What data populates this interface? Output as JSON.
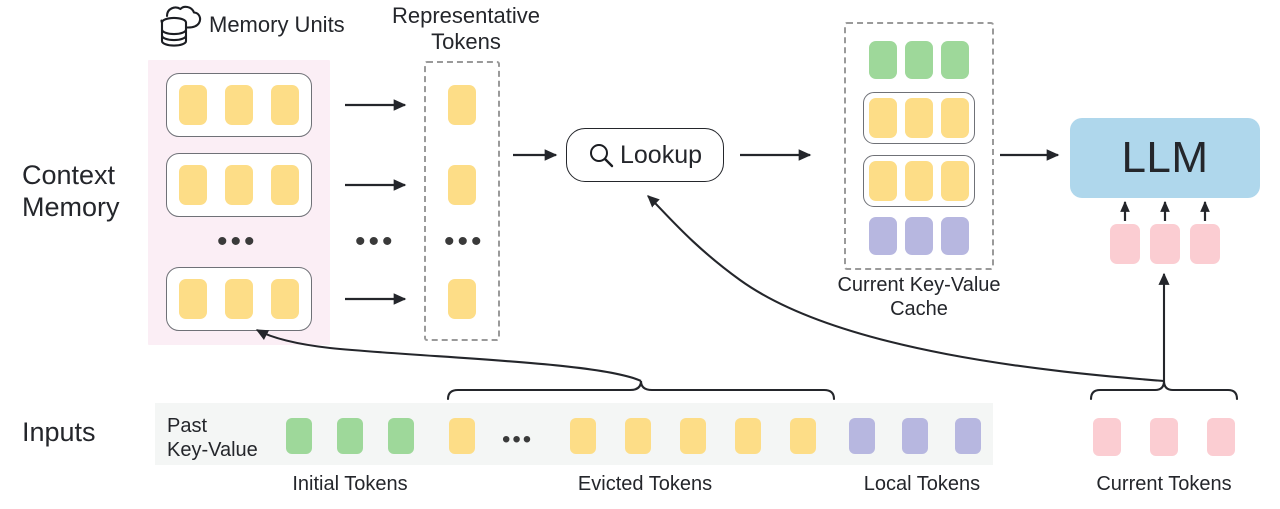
{
  "figure": {
    "side_labels": {
      "context_memory": "Context\nMemory",
      "inputs": "Inputs"
    },
    "headers": {
      "memory_units": "Memory Units",
      "representative_tokens": "Representative\nTokens"
    },
    "lookup": {
      "label": "Lookup",
      "icon": "search-icon"
    },
    "kv_cache": {
      "caption": "Current Key-Value\nCache"
    },
    "llm": {
      "label": "LLM"
    },
    "inputs_row": {
      "past_kv_label": "Past\nKey-Value",
      "ellipsis": "•••"
    },
    "bottom_captions": [
      "Initial Tokens",
      "Evicted Tokens",
      "Local Tokens",
      "Current Tokens"
    ],
    "ellipsis": "•••",
    "colors": {
      "yellow": "#fddd87",
      "green": "#9ed89a",
      "purple": "#b7b7e0",
      "pink_token": "#fbcdd2",
      "blue_llm": "#afd7ec",
      "pink_panel": "#fbeef5",
      "grey_strip": "#f4f6f5",
      "stroke": "#24262b",
      "dashed": "#9a9a9a",
      "unit_border": "#6f7177"
    },
    "memory_units": {
      "count_shown": 3,
      "tokens_per_unit": 3,
      "token_color": "yellow",
      "has_ellipsis": true
    },
    "representative_tokens": {
      "count_shown": 3,
      "token_color": "yellow",
      "has_ellipsis": true
    },
    "kv_cache_rows": [
      {
        "kind": "plain",
        "color": "green",
        "count": 3
      },
      {
        "kind": "unit",
        "color": "yellow",
        "count": 3
      },
      {
        "kind": "unit",
        "color": "yellow",
        "count": 3
      },
      {
        "kind": "plain",
        "color": "purple",
        "count": 3
      }
    ],
    "llm_input_tokens": {
      "color": "pink_token",
      "count": 3
    },
    "input_sequence": [
      {
        "color": "green",
        "count": 3,
        "group": "Initial Tokens"
      },
      {
        "color": "yellow",
        "count": 1,
        "group": "Evicted Tokens"
      },
      {
        "ellipsis": true
      },
      {
        "color": "yellow",
        "count": 5,
        "group": "Evicted Tokens"
      },
      {
        "color": "purple",
        "count": 3,
        "group": "Local Tokens"
      }
    ],
    "current_tokens": {
      "color": "pink_token",
      "count": 3,
      "group": "Current Tokens"
    },
    "arrows": [
      {
        "name": "unit-to-rep-1",
        "type": "straight"
      },
      {
        "name": "unit-to-rep-2",
        "type": "straight"
      },
      {
        "name": "unit-to-rep-3",
        "type": "straight"
      },
      {
        "name": "rep-to-lookup",
        "type": "straight"
      },
      {
        "name": "lookup-to-kvcache",
        "type": "straight"
      },
      {
        "name": "kvcache-to-llm",
        "type": "straight"
      },
      {
        "name": "evicted-to-context-memory",
        "type": "curved"
      },
      {
        "name": "current-tokens-to-lookup",
        "type": "curved"
      },
      {
        "name": "current-tokens-to-llm",
        "type": "straight-up"
      }
    ]
  }
}
